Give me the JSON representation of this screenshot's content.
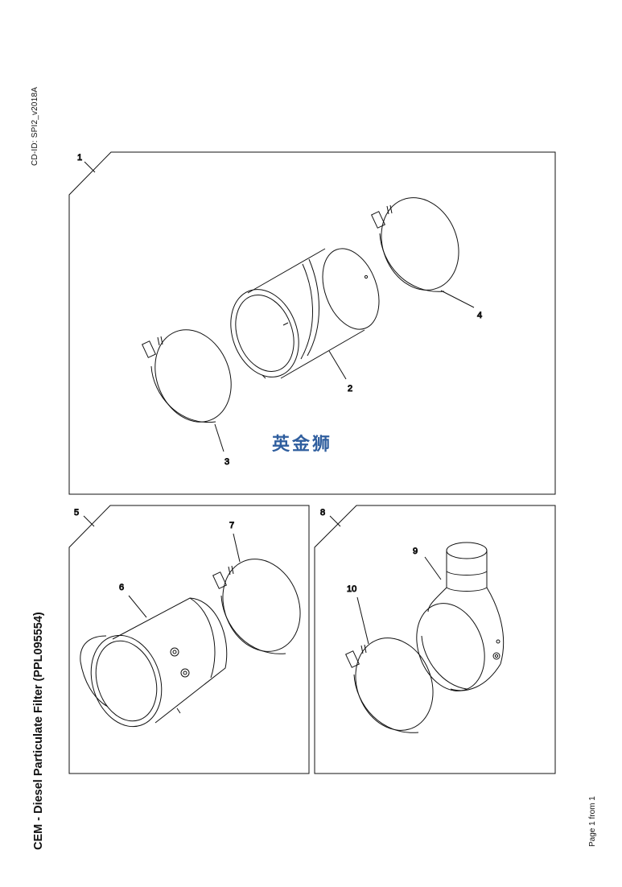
{
  "header": {
    "cd_id": "CD-ID: SPI2_v2018A"
  },
  "document": {
    "title": "CEM - Diesel Particulate Filter (PPL095554)"
  },
  "footer": {
    "page_label": "Page 1 from 1"
  },
  "panels": [
    {
      "label": "1",
      "callouts": [
        "2",
        "3",
        "4"
      ]
    },
    {
      "label": "5",
      "callouts": [
        "6",
        "7"
      ]
    },
    {
      "label": "8",
      "callouts": [
        "9",
        "10"
      ]
    }
  ],
  "watermark": {
    "text": "英金狮",
    "color": "#2f5e9e"
  }
}
